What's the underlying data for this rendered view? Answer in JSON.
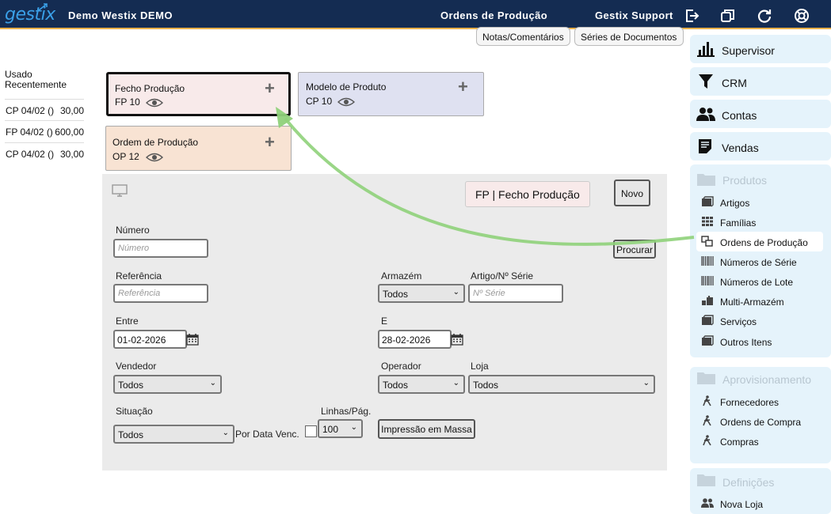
{
  "header": {
    "logo": "gestix",
    "company": "Demo Westix DEMO",
    "module": "Ordens de Produção",
    "support": "Gestix Support",
    "icons": [
      "logout-icon",
      "windows-icon",
      "refresh-icon",
      "help-lifebuoy-icon"
    ]
  },
  "top_buttons": {
    "notes": "Notas/Comentários",
    "series": "Séries de Documentos"
  },
  "recent": {
    "title_line1": "Usado",
    "title_line2": "Recentemente",
    "items": [
      {
        "code": "CP 04/02 ()",
        "amount": "30,00"
      },
      {
        "code": "FP 04/02 ()",
        "amount": "600,00"
      },
      {
        "code": "CP 04/02 ()",
        "amount": "30,00"
      }
    ]
  },
  "cards": [
    {
      "title": "Fecho Produção",
      "sub": "FP 10",
      "color": "#f8eaea"
    },
    {
      "title": "Modelo de Produto",
      "sub": "CP 10",
      "color": "#dfe1f1"
    },
    {
      "title": "Ordem de Produção",
      "sub": "OP 12",
      "color": "#f8e3d3"
    }
  ],
  "panel": {
    "doc_badge": "FP | Fecho Produção",
    "new_label": "Novo",
    "numero": {
      "label": "Número",
      "placeholder": "Número"
    },
    "search_label": "Procurar",
    "referencia": {
      "label": "Referência",
      "placeholder": "Referência"
    },
    "armazem": {
      "label": "Armazém",
      "value": "Todos"
    },
    "artigo": {
      "label": "Artigo/Nº Série",
      "placeholder": "Nº Série"
    },
    "entre": {
      "label": "Entre",
      "value": "01-02-2026"
    },
    "e": {
      "label": "E",
      "value": "28-02-2026"
    },
    "vendedor": {
      "label": "Vendedor",
      "value": "Todos"
    },
    "operador": {
      "label": "Operador",
      "value": "Todos"
    },
    "loja": {
      "label": "Loja",
      "value": "Todos"
    },
    "situacao": {
      "label": "Situação",
      "value": "Todos"
    },
    "por_data": "Por Data Venc.",
    "linhas": {
      "label": "Linhas/Pág.",
      "value": "100"
    },
    "mass_print": "Impressão em Massa"
  },
  "sidebar": {
    "main": [
      {
        "label": "Supervisor",
        "icon": "bar-chart-icon"
      },
      {
        "label": "CRM",
        "icon": "funnel-icon"
      },
      {
        "label": "Contas",
        "icon": "users-icon"
      },
      {
        "label": "Vendas",
        "icon": "document-icon"
      }
    ],
    "produtos": {
      "title": "Produtos",
      "items": [
        "Artigos",
        "Famílias",
        "Ordens de Produção",
        "Números de Série",
        "Números de Lote",
        "Multi-Armazém",
        "Serviços",
        "Outros Itens"
      ]
    },
    "aprovisionamento": {
      "title": "Aprovisionamento",
      "items": [
        "Fornecedores",
        "Ordens de Compra",
        "Compras"
      ]
    },
    "definicoes": {
      "title": "Definições",
      "items": [
        "Nova Loja"
      ]
    },
    "active_item": "Ordens de Produção"
  },
  "colors": {
    "topbar": "#142c52",
    "accent": "#e8b04a",
    "sidebar_bg": "#e5f3fb",
    "arrow": "#8fd17a"
  }
}
